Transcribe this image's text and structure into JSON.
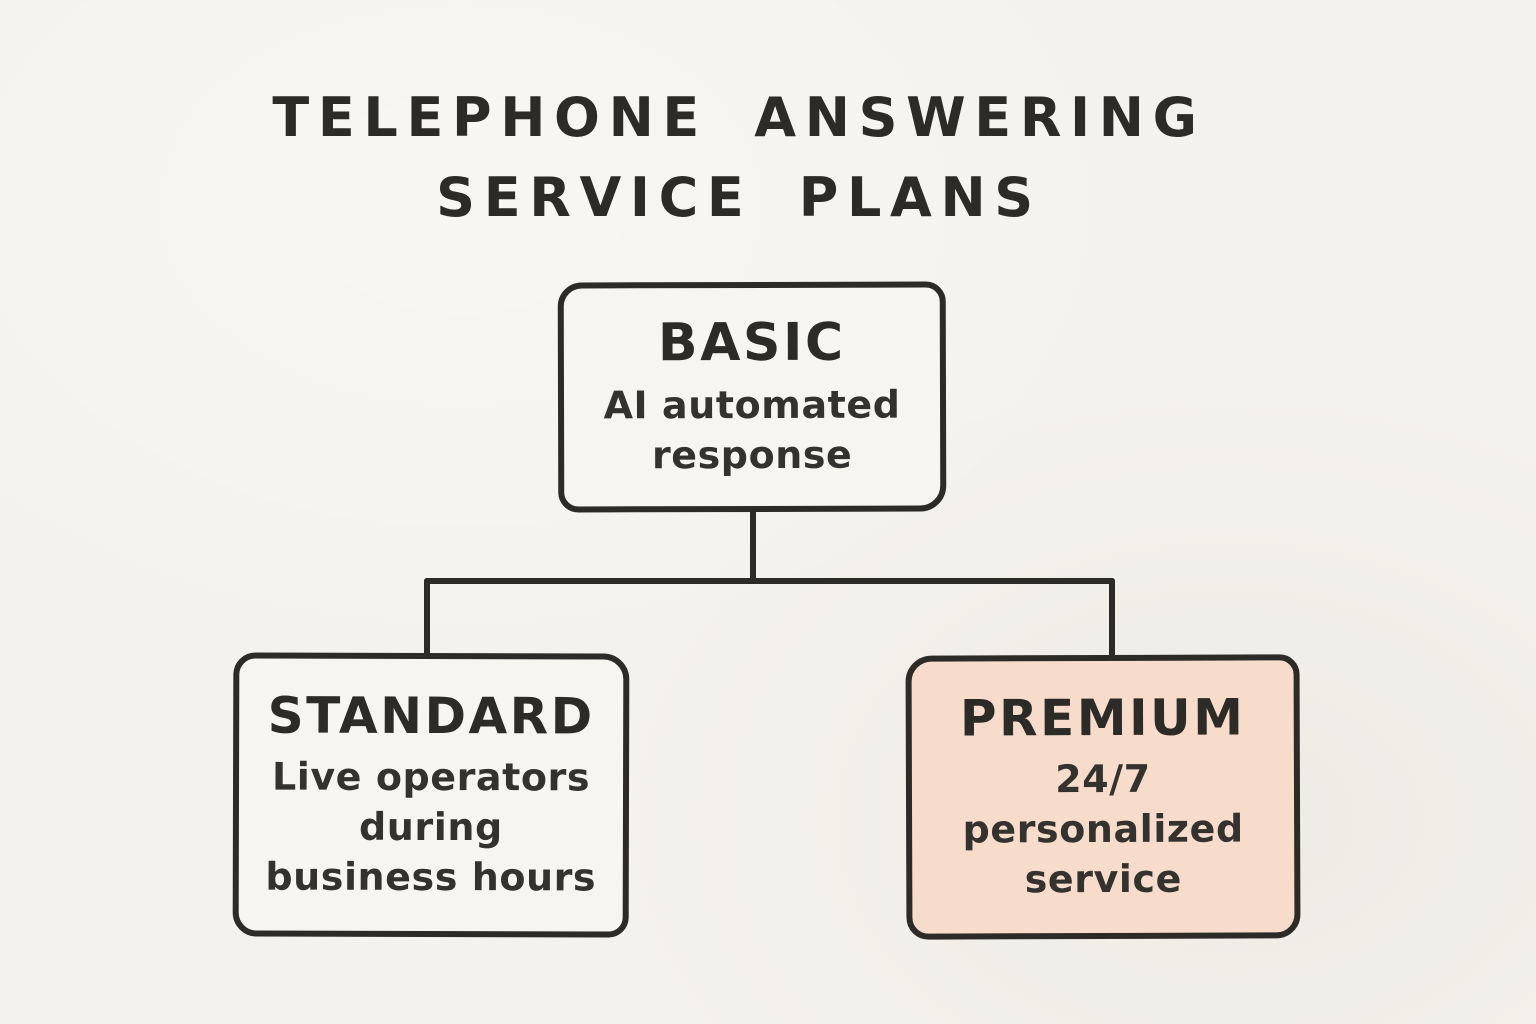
{
  "title": {
    "line1": "TELEPHONE ANSWERING",
    "line2": "SERVICE PLANS"
  },
  "diagram": {
    "root": {
      "id": "basic",
      "name": "BASIC",
      "description": "AI automated\nresponse",
      "highlighted": false
    },
    "children": [
      {
        "id": "standard",
        "name": "STANDARD",
        "description": "Live operators\nduring\nbusiness hours",
        "highlighted": false
      },
      {
        "id": "premium",
        "name": "PREMIUM",
        "description": "24/7\npersonalized\nservice",
        "highlighted": true
      }
    ]
  },
  "colors": {
    "background": "#f4f2ec",
    "ink": "#2d2b28",
    "node_fill": "#f7f5f0",
    "premium_fill": "#f8dccb"
  }
}
